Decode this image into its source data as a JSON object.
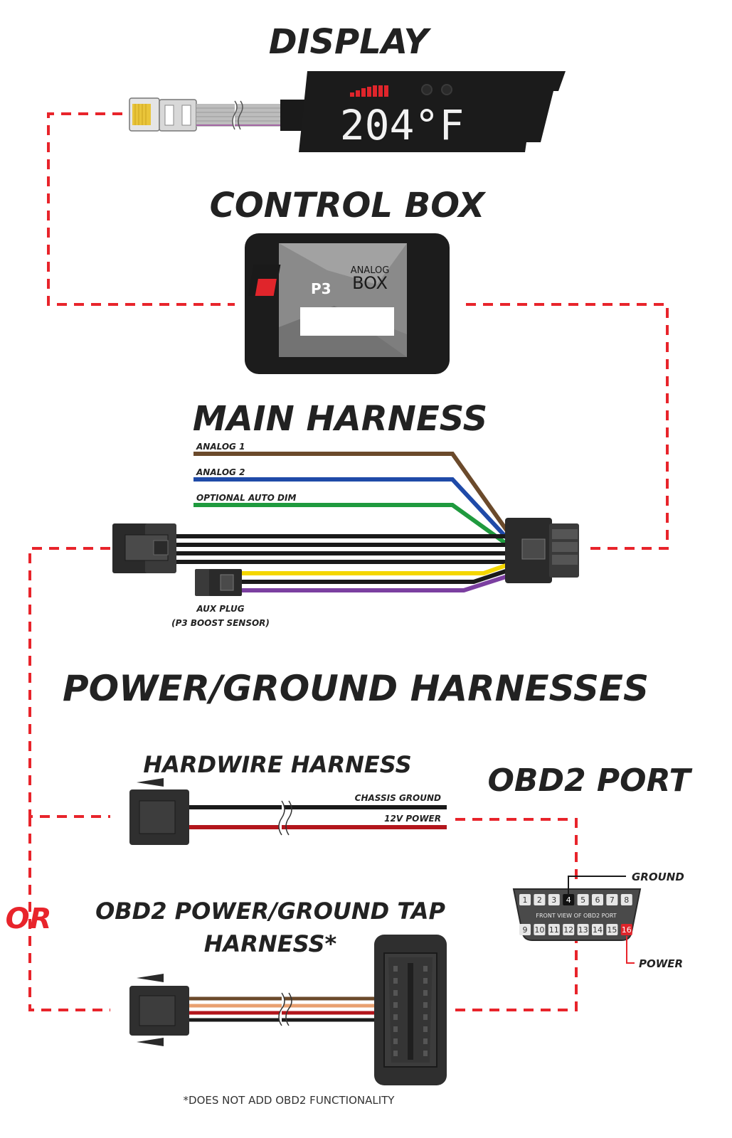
{
  "titles": {
    "display": "DISPLAY",
    "control_box": "CONTROL BOX",
    "main_harness": "MAIN HARNESS",
    "power_ground": "POWER/GROUND HARNESSES",
    "hardwire": "HARDWIRE HARNESS",
    "obd2_port": "OBD2 PORT",
    "obd2_tap_line1": "OBD2 POWER/GROUND TAP",
    "obd2_tap_line2": "HARNESS*",
    "or": "OR"
  },
  "display": {
    "readout": "204°F"
  },
  "control_box": {
    "brand": "P3",
    "label_line1": "ANALOG",
    "label_line2": "BOX"
  },
  "main_harness": {
    "wires": [
      "ANALOG 1",
      "ANALOG 2",
      "OPTIONAL AUTO DIM"
    ],
    "aux_line1": "AUX PLUG",
    "aux_line2": "(P3 BOOST SENSOR)"
  },
  "hardwire": {
    "chassis_ground": "CHASSIS GROUND",
    "power": "12V POWER"
  },
  "obd2": {
    "top_pins": [
      "1",
      "2",
      "3",
      "4",
      "5",
      "6",
      "7",
      "8"
    ],
    "bottom_pins": [
      "9",
      "10",
      "11",
      "12",
      "13",
      "14",
      "15",
      "16"
    ],
    "caption": "FRONT VIEW OF OBD2 PORT",
    "ground_label": "GROUND",
    "power_label": "POWER"
  },
  "footnote": "*DOES NOT ADD OBD2 FUNCTIONALITY",
  "colors": {
    "dash": "#e8242b",
    "brown": "#6b4a2b",
    "blue": "#1f4aa8",
    "green": "#1f9a3e",
    "yellow": "#f4d600",
    "purple": "#7b3fa0",
    "red_wire": "#b3161c",
    "dark": "#222222"
  }
}
